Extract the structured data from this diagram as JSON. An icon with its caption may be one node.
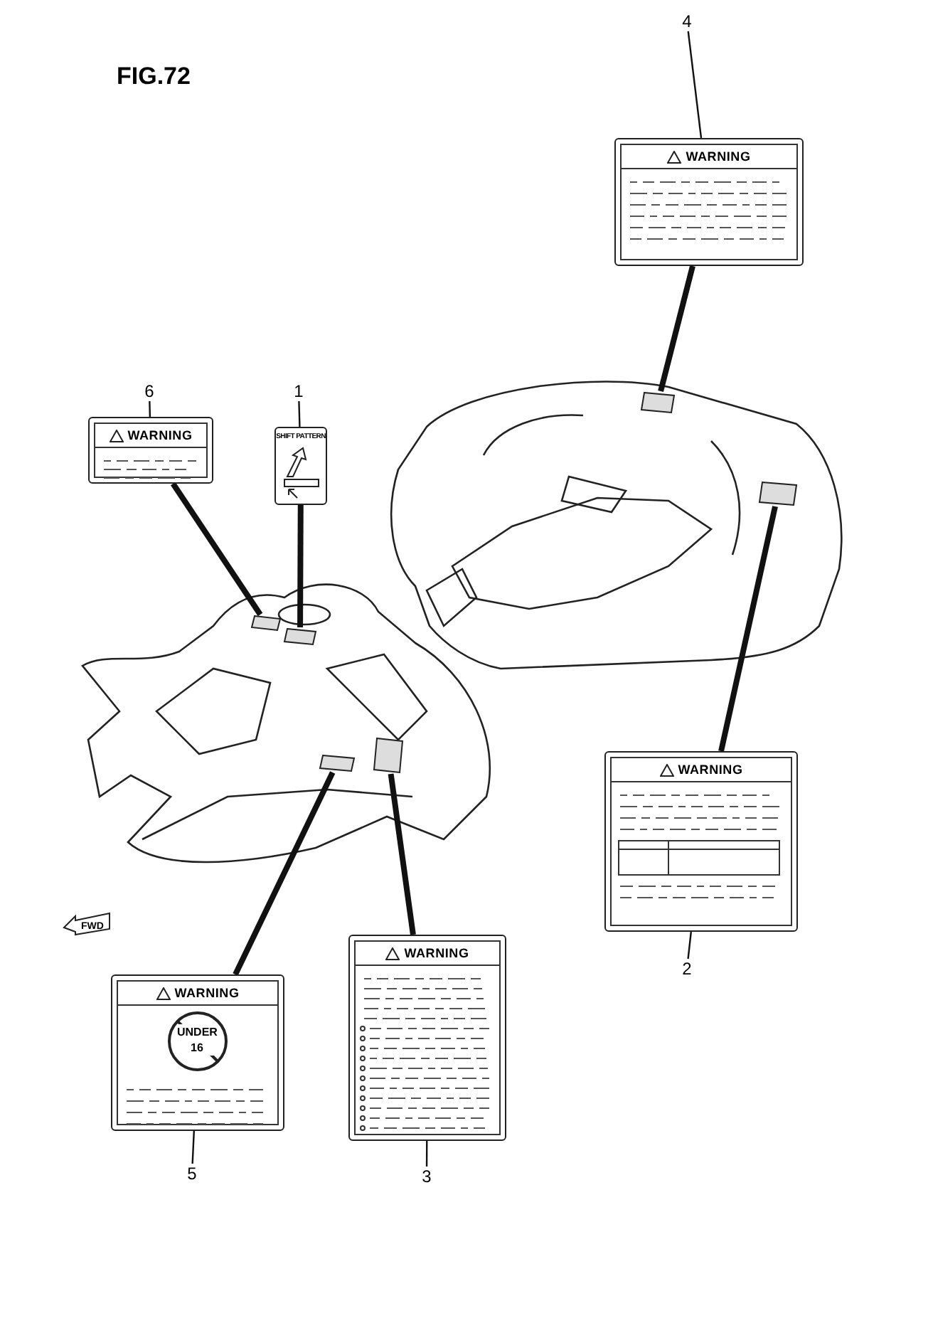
{
  "diagram": {
    "title": "FIG.72",
    "nodes": [
      {
        "text": [
          "4"
        ]
      },
      {
        "text": [
          "WARNING"
        ]
      },
      {
        "text": [],
        "shape": "box"
      },
      {
        "text": [
          "6"
        ]
      },
      {
        "text": [
          "WARNING"
        ]
      },
      {
        "text": [
          "1"
        ]
      },
      {
        "text": [
          "SHIFT PATTERN"
        ]
      },
      {
        "text": [],
        "shape": "box"
      },
      {
        "text": [],
        "shape": "box"
      },
      {
        "text": [],
        "shape": "box"
      },
      {
        "text": [],
        "shape": "box"
      },
      {
        "text": [],
        "shape": "box"
      },
      {
        "text": [
          "WARNING"
        ]
      },
      {
        "text": [
          "2"
        ]
      },
      {
        "text": [
          "WARNING",
          "UNDER 16"
        ]
      },
      {
        "text": [
          "WARNING"
        ]
      },
      {
        "text": [
          "5"
        ]
      },
      {
        "text": [
          "3"
        ]
      }
    ],
    "edges": [
      {
        "from": 0,
        "to": 1,
        "arrow": "none"
      },
      {
        "from": 1,
        "to": 2,
        "arrow": "none",
        "style": "thick"
      },
      {
        "from": 3,
        "to": 4,
        "arrow": "none"
      },
      {
        "from": 4,
        "to": 8,
        "arrow": "none",
        "style": "thick"
      },
      {
        "from": 5,
        "to": 6,
        "arrow": "none"
      },
      {
        "from": 6,
        "to": 9,
        "arrow": "none",
        "style": "thick"
      },
      {
        "from": 12,
        "to": 7,
        "arrow": "none",
        "style": "thick"
      },
      {
        "from": 13,
        "to": 12,
        "arrow": "none"
      },
      {
        "from": 14,
        "to": 10,
        "arrow": "none",
        "style": "thick"
      },
      {
        "from": 15,
        "to": 11,
        "arrow": "none",
        "style": "thick"
      },
      {
        "from": 16,
        "to": 14,
        "arrow": "none"
      },
      {
        "from": 17,
        "to": 15,
        "arrow": "none"
      }
    ],
    "labels": [
      "FWD"
    ]
  }
}
